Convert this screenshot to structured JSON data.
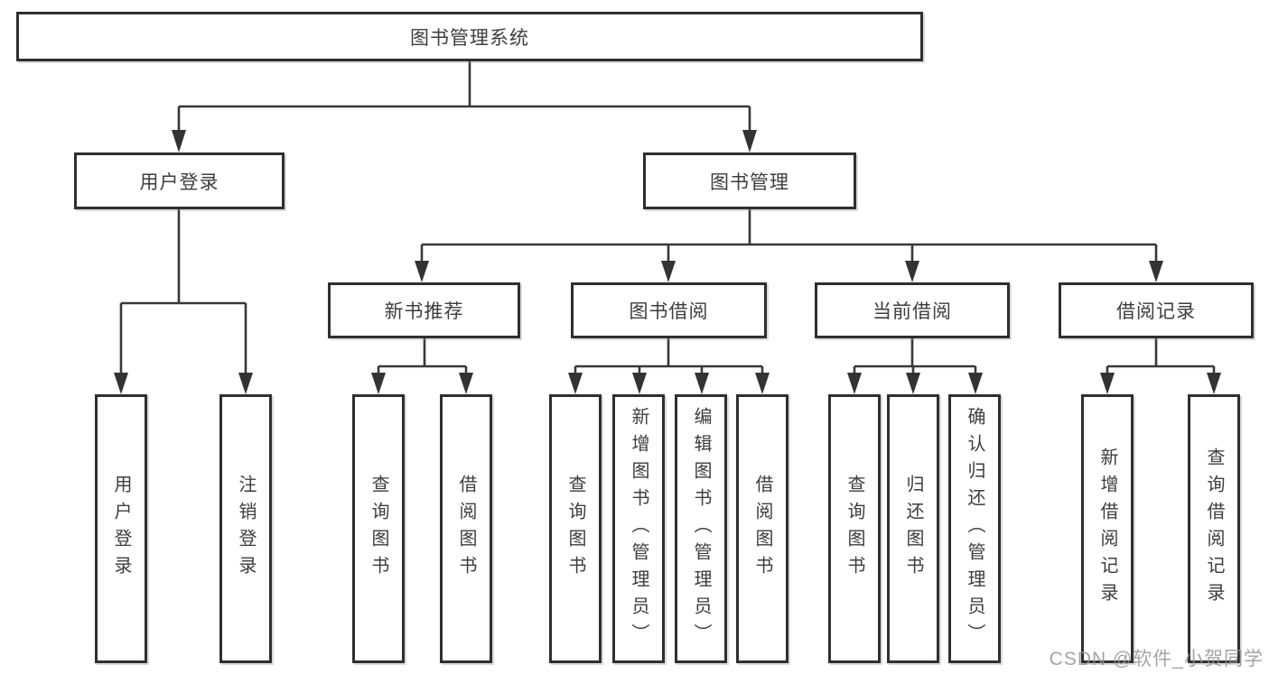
{
  "tree": {
    "root": {
      "label": "图书管理系统"
    },
    "level2": [
      {
        "label": "用户登录"
      },
      {
        "label": "图书管理"
      }
    ],
    "level3": [
      {
        "label": "新书推荐"
      },
      {
        "label": "图书借阅"
      },
      {
        "label": "当前借阅"
      },
      {
        "label": "借阅记录"
      }
    ],
    "leaves": {
      "user_login": [
        {
          "label": "用户登录"
        },
        {
          "label": "注销登录"
        }
      ],
      "new_book": [
        {
          "label": "查询图书"
        },
        {
          "label": "借阅图书"
        }
      ],
      "borrow": [
        {
          "label": "查询图书"
        },
        {
          "label": "新增图书（管理员）"
        },
        {
          "label": "编辑图书（管理员）"
        },
        {
          "label": "借阅图书"
        }
      ],
      "current": [
        {
          "label": "查询图书"
        },
        {
          "label": "归还图书"
        },
        {
          "label": "确认归还（管理员）"
        }
      ],
      "records": [
        {
          "label": "新增借阅记录"
        },
        {
          "label": "查询借阅记录"
        }
      ]
    }
  },
  "watermark": {
    "text": "CSDN @软件_小贺同学"
  },
  "colors": {
    "line": "#383838",
    "border": "#2f2f2f",
    "text": "#3d3d3d",
    "watermark": "#949494"
  }
}
